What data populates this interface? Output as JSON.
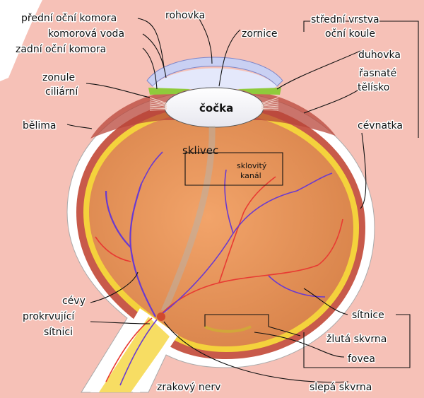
{
  "labels": {
    "predni_ocni_komora": "přední oční komora",
    "komorova_voda": "komorová voda",
    "zadni_ocni_komora": "zadní oční komora",
    "rohovka": "rohovka",
    "zornice": "zornice",
    "stredni_vrstva_1": "střední vrstva",
    "stredni_vrstva_2": "oční koule",
    "duhovka": "duhovka",
    "rasnate_1": "řasnaté",
    "rasnate_2": "tělísko",
    "zonule_1": "zonule",
    "zonule_2": "ciliární",
    "cocka": "čočka",
    "cevnatka": "cévnatka",
    "belima": "bělima",
    "sklivec": "sklivec",
    "sklovity_1": "sklovitý",
    "sklovity_2": "kanál",
    "cevy_1": "cévy",
    "cevy_2": "prokrvující",
    "cevy_3": "sítnici",
    "sitnice": "sítnice",
    "zluta_skvrna": "žlutá skvrna",
    "fovea": "fovea",
    "zrakovy_nerv": "zrakový nerv",
    "slepa_skvrna": "slepá skvrna"
  },
  "colors": {
    "background": "#ffffff",
    "tissue": "#f6c1b7",
    "sclera": "#ffffff",
    "choroid": "#c85a4a",
    "retina": "#f4d23c",
    "vitreous": "#e5955b",
    "cornea": "#c9d0f3",
    "iris": "#8fca3c",
    "lens": "#ffffff",
    "artery": "#e83a32",
    "vein": "#6a3ad0",
    "nerve": "#f7dd63"
  }
}
